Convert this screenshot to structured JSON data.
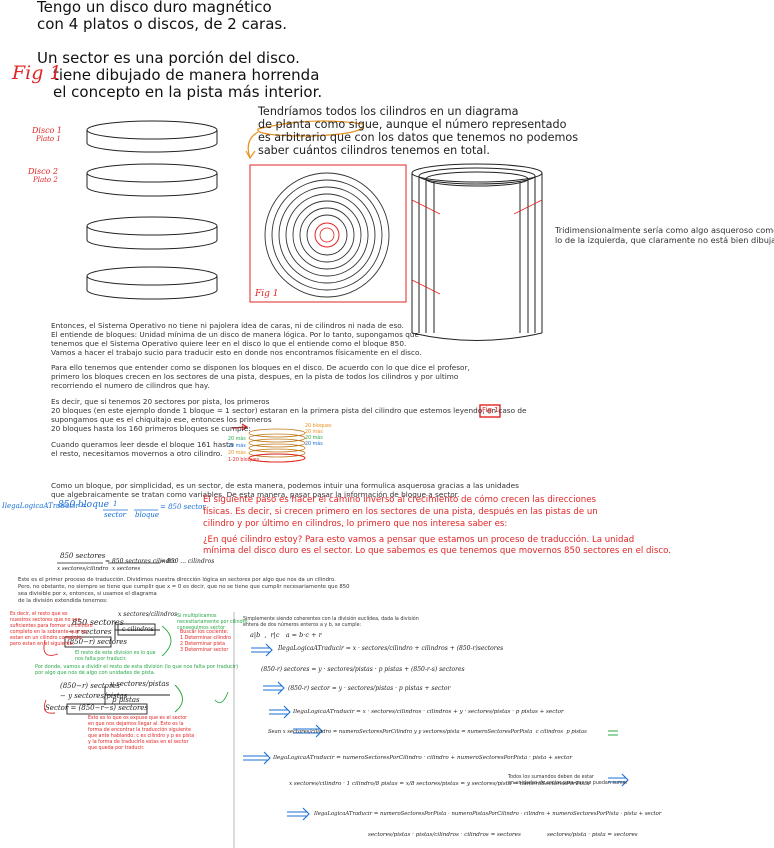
{
  "intro": {
    "l1": "Tengo un disco duro magnético",
    "l2": "con 4 platos o discos, de 2 caras.",
    "l3": "Un sector es una porción del disco.",
    "l4": "tiene dibujado de manera horrenda",
    "l5": "el concepto en la pista más interior.",
    "fig": "Fig 1"
  },
  "disk_labels": {
    "d1a": "Disco 1",
    "d1b": "Plato 1",
    "d2a": "Disco 2",
    "d2b": "Plato 2"
  },
  "planta": {
    "l1": "Tendríamos todos los cilindros en un diagrama",
    "l2a": "de planta como sigue",
    "l2b": ", aunque el número representado",
    "l3": "es arbitrario que con los datos que tenemos no podemos",
    "l4": "saber cuántos cilindros tenemos en total.",
    "fig": "Fig 1"
  },
  "tridim": {
    "l1": "Tridimensionalmente sería como algo asqueroso como",
    "l2": "lo de la izquierda, que claramente no está bien dibujado."
  },
  "para1": {
    "l1": "Entonces, el Sistema Operativo no tiene ni pajolera idea de caras, ni de cilindros ni nada de eso.",
    "l2": "El entiende de bloques: Unidad mínima de un disco de manera lógica. Por lo tanto, supongamos que",
    "l3": "tenemos que el Sistema Operativo quiere leer en el disco lo que el entiende como el bloque 850.",
    "l4": "Vamos a hacer el trabajo sucio para traducir esto en donde nos encontramos físicamente en el disco."
  },
  "para2": {
    "l1": "Para ello tenemos que entender como se disponen los bloques en el disco. De acuerdo con lo que dice el profesor,",
    "l2": "primero los bloques crecen en los sectores de una pista, despues, en la pista de todos los cilindros y por ultimo",
    "l3": "recorriendo el numero de cilindros que hay."
  },
  "para3": {
    "l1": "Es decir, que si tenemos 20 sectores por pista, los primeros",
    "l2": "20 bloques (en este ejemplo donde 1 bloque = 1 sector) estaran en la primera pista del cilindro que estemos leyendo, en caso de",
    "fig": "Fig 1",
    "l3": "supongamos que es el chiquitajo ese, entonces los primeros",
    "l4": "20 bloques hasta los 160 primeros bloques se cumple:",
    "l5": "Cuando queramos leer desde el bloque 161 hasta",
    "l6": "el resto, necesitamos movernos a otro cilindro."
  },
  "stack_labels": [
    "20 bloques",
    "20 más",
    "20 más",
    "20 más",
    "20 más",
    "20 más",
    "20 más",
    "1-20 bloques"
  ],
  "para4": {
    "l1": "Como un bloque, por simplicidad, es un sector, de esta manera, podemos intuir una formulica asquerosa gracias a las unidades",
    "l2": "que algebraicamente se tratan como variables. De esta manera, pasar pasar la información de bloque a sector."
  },
  "formula1": {
    "lhs": "IlegaLogicaATraducir =",
    "val": "850 bloque",
    "f1n": "1",
    "f1d": "sector",
    "f2d": "bloque",
    "res": "= 850 sector"
  },
  "red1": {
    "l1": "El siguiente paso es hacer el camino inverso al crecimiento de cómo crecen las direcciones",
    "l2": "físicas. Es decir, si crecen primero en los sectores de una pista, después en las pistas de un",
    "l3": "cilindro y por último en cilindros, lo primero que nos interesa saber es:",
    "l4": "¿En qué cilindro estoy? Para esto vamos a pensar que estamos un proceso de traducción. La unidad",
    "l5": "mínima del disco duro es el sector. Lo que sabemos es que tenemos que movernos 850 sectores en el disco."
  },
  "formula2": {
    "top": "850 sectores",
    "mid": "= 850 sectores cilindro",
    "res": "= 850 ... cilindros",
    "bot": "x sectores/cilindro",
    "bot2": "x sectores"
  },
  "para5": {
    "l1": "Este es el primer proceso de traducción. Dividimos nuestra dirección lógica en sectores por algo que nos da un cilindro.",
    "l2": "Pero, no obstante, no siempre se tiene que cumplir que x = 0 es decir, que no se tiene que cumplir necesariamente que 850",
    "l3": "sea divisible por x, entonces, si usamos el diagrama",
    "l4": "de la división extendida tenemos:"
  },
  "div_notes": {
    "red_left": "Es decir, el resto que es\nnuestros sectores que no son\nsuficientes para formar un cilindro\ncompleto en la sobrante que no\nestan en un cilindro completo\npero estan en el siguiente.",
    "green_mid": "El resto de este division es lo que\nnos falta por traducir.",
    "green_right": "Si multiplicamos\nnecesitariamente por cilindro\nconseguimos sector",
    "red_right": "Buscar los cociente:\n1 Determinar cilindro\n2 Determinar pista\n3 Determinar sector",
    "para_green": "Por donde, vamos a dividir el resto de esta división (lo que nos falta por traducir)\npor algo que nos dé algo con unidades de pista.",
    "red_bottom": "Esto es lo que os expuse que es el sector\nen que nos dejamos llegar al. Esto es la\nforma de encontrar la traducción siguiente\nque ante hablando: c es cilindro y p es pista\ny la forma de traducirlo estas en el sector\nque queda por traducir."
  },
  "right_block": {
    "note": "Simplemente siendo coherentes con la división euclídea, dada la división\nentera de dos números enteros a y b, se cumple:",
    "eq0": "a|b  ,  r|c   a = b·c + r",
    "eq1": "IlegaLogicaATraducir = x · sectores/cilindro + cilindros + (850-r)sectores",
    "eq2": "(850-r) sectores = y · sectores/pistas · p pistas + (850-r-s) sectores",
    "eq3": "(850-r) sector = y · sectores/pistas · p pistas + sector",
    "eq4": "IlegaLogicaATraducir = x · sectores/cilindros · cilindros + y · sectores/pistas · p pistas + sector",
    "eq5": "Sean x sectores/cilindro = numeroSectoresPorCilindro y y sectores/pista = numeroSectoresPorPista  c cilindros  p pistas",
    "eq6": "IlegaLogicaATraducir = numeroSectoresPorCilindro · cilindro + numeroSectoresPorPista · pista + sector",
    "eq7": "x sectores/cilindro · 1 cilindro/8 pistas = x/8 sectores/pistas = y sectores/pista = numeroSectoresPorPista",
    "note2": "Todos los sumandos deben de estar\nen unidades de sector para que se puedan sumar",
    "eq8": "IlegaLogicaATraducir = numeroSectoresPorPista · numeroPistasPorCilindro · cilindro + numeroSectoresPorPista · pista + sector",
    "eq9a": "sectores/pistas · pistas/cilindros · cilindros = sectores",
    "eq9b": "sectores/pista · pista = sectores"
  }
}
